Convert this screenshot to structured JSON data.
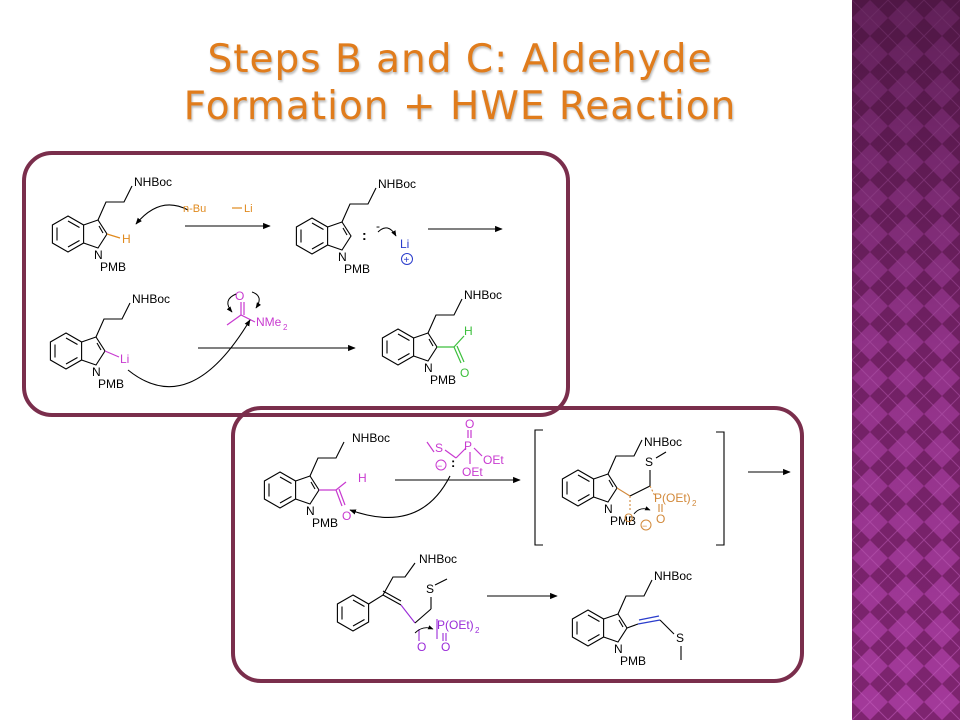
{
  "slide": {
    "title_line1": "Steps B and C: Aldehyde",
    "title_line2": "Formation + HWE Reaction",
    "colors": {
      "title": "#e07c1c",
      "panel_border": "#7a2e4c",
      "sidebar": "#8a2a7a",
      "orange": "#e08a1e",
      "magenta": "#c83ad0",
      "green": "#3cbf3c",
      "blue": "#2a3ccc",
      "purple": "#9a2bd8",
      "tan": "#d2893a"
    }
  },
  "labels": {
    "nhboc": "NHBoc",
    "n": "N",
    "pmb": "PMB",
    "h": "H",
    "li": "Li",
    "o": "O",
    "s": "S",
    "p": "P",
    "oet": "OEt",
    "poet2": "P(OEt)",
    "sub2": "2",
    "nbuli": "n-Bu",
    "nme2": "NMe",
    "plus": "+",
    "minus": "−",
    "lone_pair": ":",
    "anion_dash": "-"
  }
}
